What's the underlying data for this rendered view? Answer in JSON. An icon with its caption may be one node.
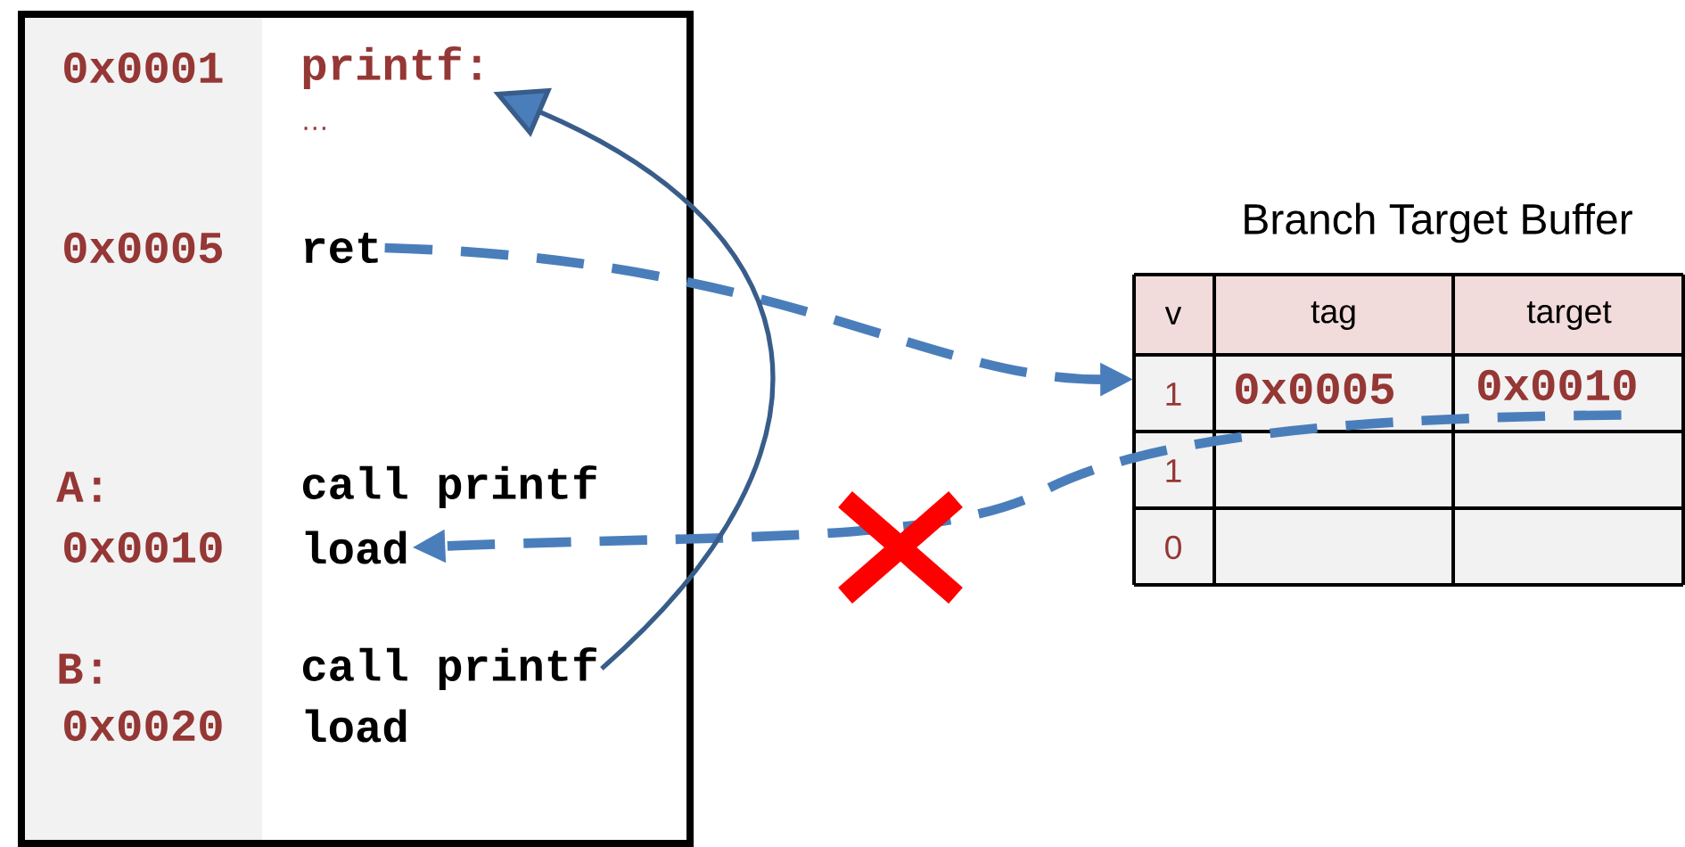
{
  "diagram": {
    "nodes": [
      {
        "text": [],
        "shape": "box"
      },
      {
        "text": [
          "printf:"
        ],
        "in": 0
      },
      {
        "text": [
          "ret"
        ],
        "in": 0
      },
      {
        "text": [
          "load"
        ],
        "in": 0
      },
      {
        "text": [
          "call printf"
        ],
        "in": 0
      },
      {
        "text": [
          "Branch Target Buffer"
        ]
      }
    ],
    "edges": [
      {
        "from": 2,
        "to": 5,
        "arrow": "to",
        "style": "dashed"
      },
      {
        "from": 5,
        "to": 3,
        "arrow": "to",
        "style": "dashed"
      },
      {
        "from": 4,
        "to": 1,
        "arrow": "to",
        "color": "#385d8a"
      }
    ],
    "labels": [
      "0x0001",
      "…",
      "0x0005",
      "A:",
      "call printf",
      "0x0010",
      "B:",
      "0x0020",
      "load",
      "v",
      "tag",
      "target",
      "1",
      "0x0005",
      "0x0010",
      "1",
      "0"
    ]
  }
}
